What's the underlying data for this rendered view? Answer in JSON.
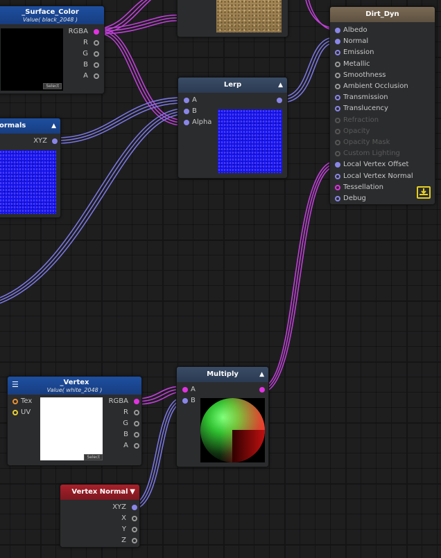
{
  "surface_color": {
    "title": "_Surface_Color",
    "subtitle": "Value( black_2048 )",
    "output": "RGBA",
    "channels": [
      "R",
      "G",
      "B",
      "A"
    ],
    "select": "Select"
  },
  "normals": {
    "title": "ormals",
    "output": "XYZ"
  },
  "texture_top": {},
  "lerp": {
    "title": "Lerp",
    "inputs": [
      "A",
      "B",
      "Alpha"
    ]
  },
  "dirt_dyn": {
    "title": "Dirt_Dyn",
    "inputs": [
      "Albedo",
      "Normal",
      "Emission",
      "Metallic",
      "Smoothness",
      "Ambient Occlusion",
      "Transmission",
      "Translucency",
      "Refraction",
      "Opacity",
      "Opacity Mask",
      "Custom Lighting",
      "Local Vertex Offset",
      "Local Vertex Normal",
      "Tessellation",
      "Debug"
    ]
  },
  "vertex": {
    "title": "_Vertex",
    "subtitle": "Value( white_2048 )",
    "inputs": [
      "Tex",
      "UV"
    ],
    "output": "RGBA",
    "channels": [
      "R",
      "G",
      "B",
      "A"
    ],
    "select": "Select"
  },
  "multiply": {
    "title": "Multiply",
    "inputs": [
      "A",
      "B"
    ]
  },
  "vertex_normal": {
    "title": "Vertex Normal",
    "output": "XYZ",
    "channels": [
      "X",
      "Y",
      "Z"
    ]
  },
  "colors": {
    "port_vector": "#8a86e8",
    "port_color": "#e033e0",
    "header_texture": "#1e4fa0",
    "header_master": "#7a6a55",
    "header_vertex_normal": "#a8202a"
  }
}
